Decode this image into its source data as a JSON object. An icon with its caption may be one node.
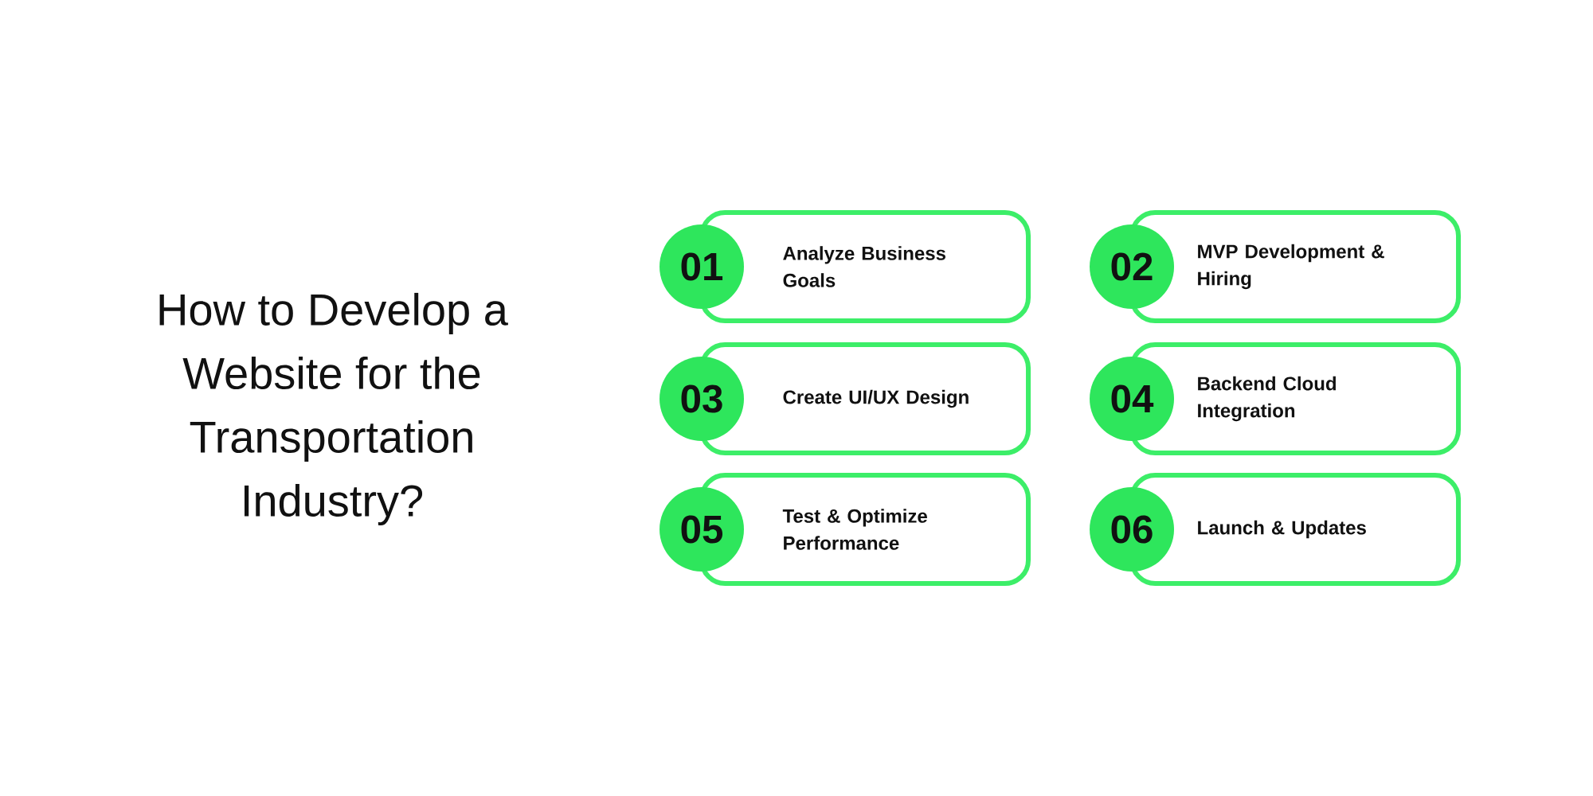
{
  "diagram": {
    "title": "How to Develop a Website for the Transportation Industry?",
    "nodes": [
      {
        "text": [
          "01"
        ]
      },
      {
        "text": [
          "Analyze Business Goals"
        ]
      },
      {
        "text": [
          "02"
        ]
      },
      {
        "text": [
          "MVP Development & Hiring"
        ]
      },
      {
        "text": [
          "03"
        ]
      },
      {
        "text": [
          "Create UI/UX Design"
        ]
      },
      {
        "text": [
          "04"
        ]
      },
      {
        "text": [
          "Backend Cloud Integration"
        ]
      },
      {
        "text": [
          "05"
        ]
      },
      {
        "text": [
          "Test & Optimize Performance"
        ]
      },
      {
        "text": [
          "06"
        ]
      },
      {
        "text": [
          "Launch & Updates"
        ]
      }
    ]
  }
}
